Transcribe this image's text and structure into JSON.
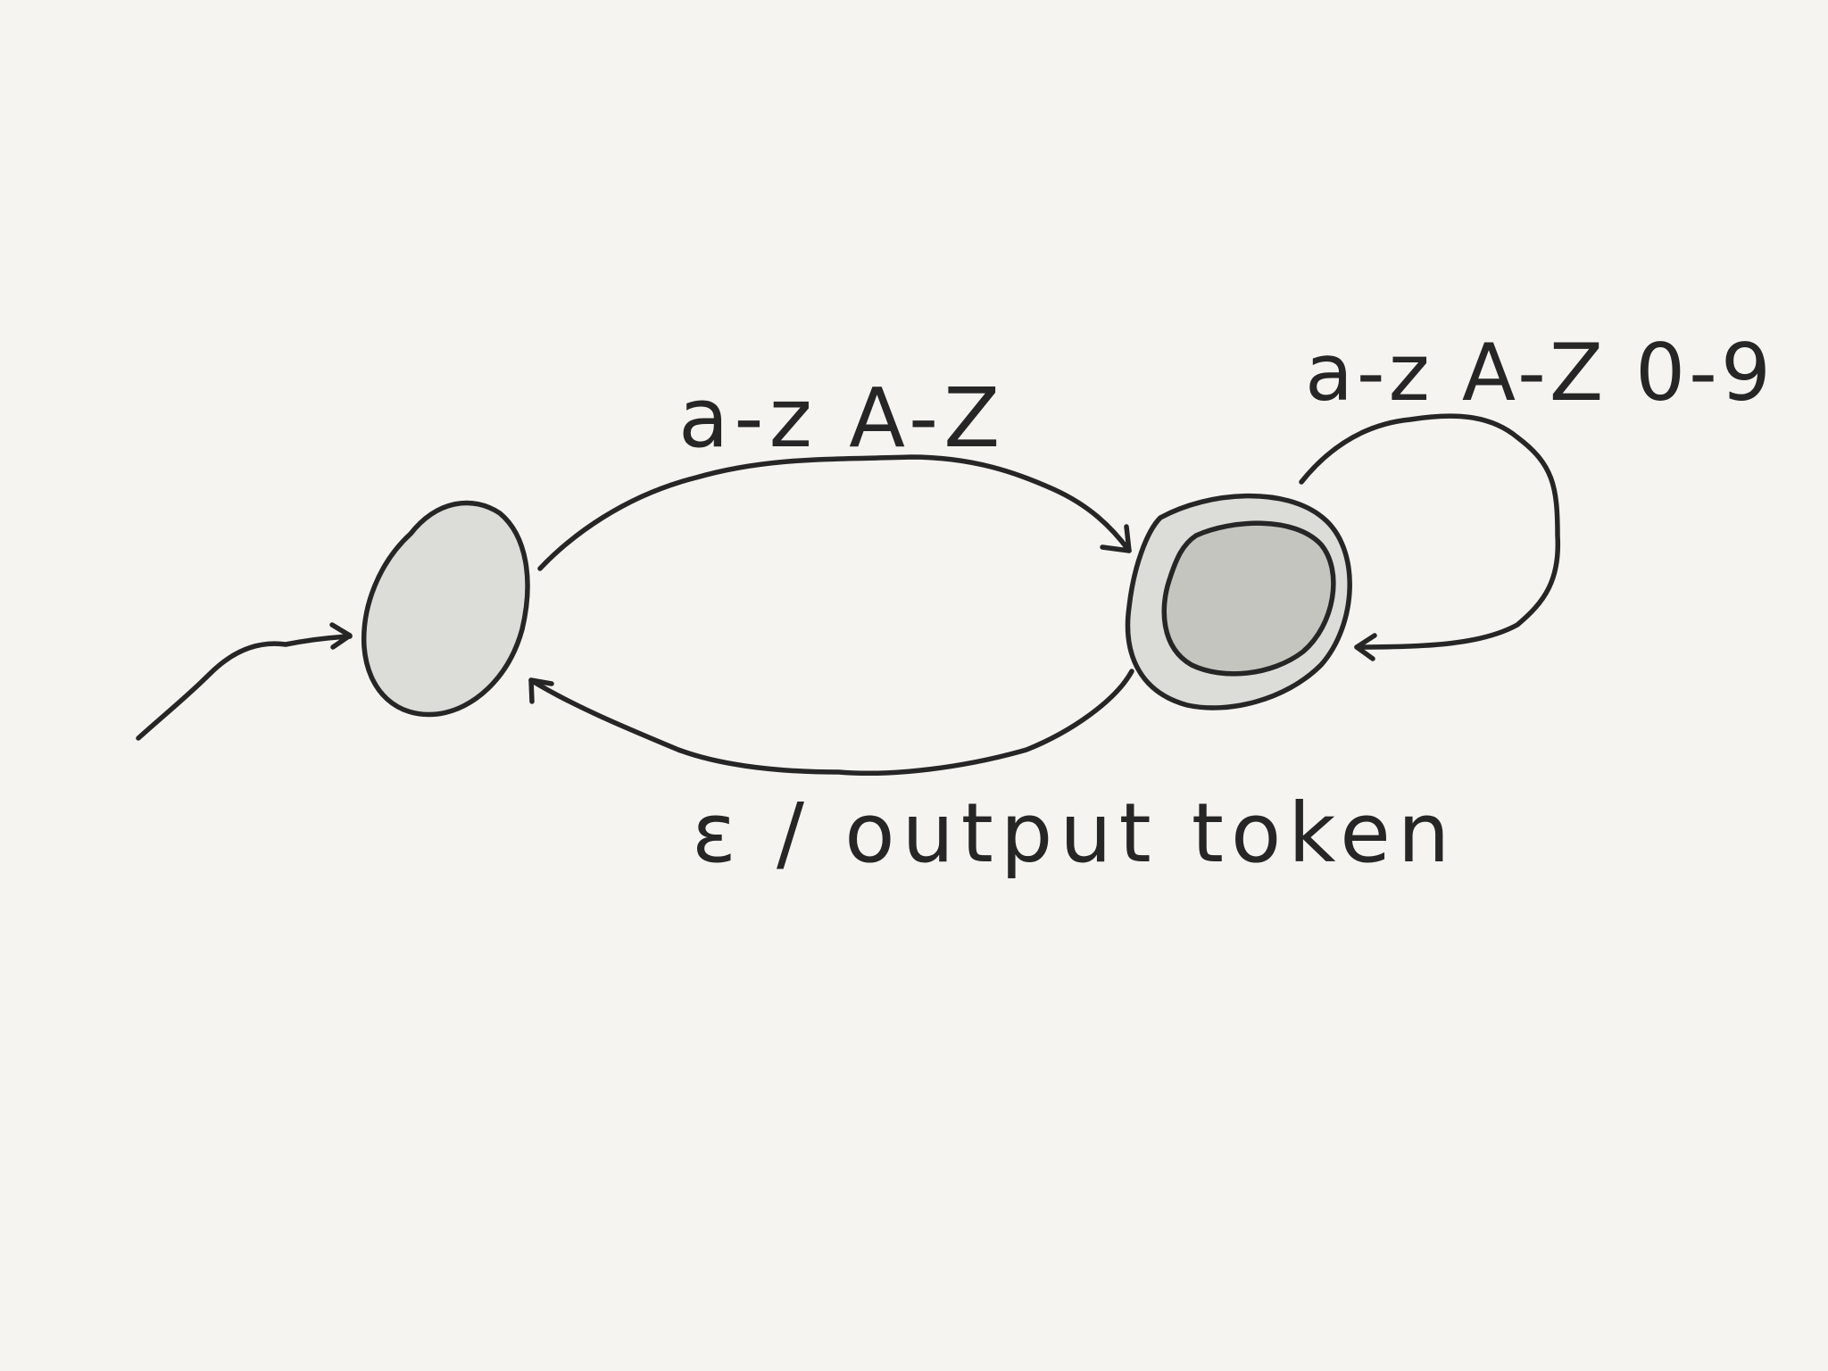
{
  "diagram": {
    "title": "",
    "states": [
      {
        "id": "start",
        "accepting": false,
        "fill": "#dcdcd8"
      },
      {
        "id": "identifier",
        "accepting": true,
        "fill_outer": "#dcdcd8",
        "fill_inner": "#c4c5bf"
      }
    ],
    "transitions": [
      {
        "from": "start",
        "to": "identifier",
        "label": "a-z A-Z"
      },
      {
        "from": "identifier",
        "to": "identifier",
        "label": "a-z A-Z 0-9"
      },
      {
        "from": "identifier",
        "to": "start",
        "label": "ε / output  token"
      }
    ],
    "colors": {
      "background": "#f5f4f0",
      "stroke": "#262626"
    }
  }
}
